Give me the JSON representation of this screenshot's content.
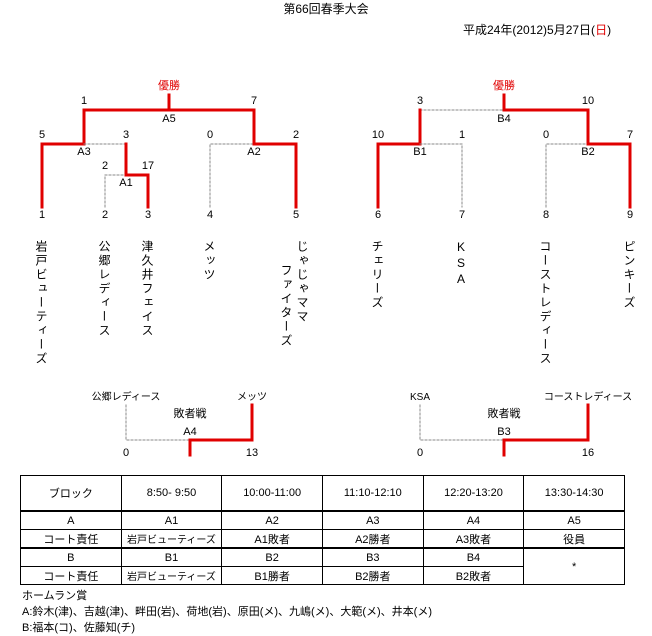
{
  "title": "第66回春季大会",
  "date_prefix": "平成24年(2012)5月27日(",
  "date_day": "日",
  "date_suffix": ")",
  "champion_label": "優勝",
  "consolation_label": "敗者戦",
  "bracket_left": {
    "final_code": "A5",
    "final_scores": [
      "1",
      "7"
    ],
    "semi_left": {
      "code": "A3",
      "scores": [
        "5",
        "3"
      ]
    },
    "semi_right": {
      "code": "A2",
      "scores": [
        "0",
        "2"
      ]
    },
    "first_round": {
      "code": "A1",
      "scores": [
        "2",
        "17"
      ]
    },
    "teams": [
      {
        "num": "1",
        "name": "岩戸ビューティーズ"
      },
      {
        "num": "2",
        "name": "公郷レディース"
      },
      {
        "num": "3",
        "name": "津久井フェイス"
      },
      {
        "num": "4",
        "name": "メッツ"
      },
      {
        "num": "5",
        "name": "じゃじゃママ",
        "name2": "ファイターズ"
      }
    ]
  },
  "bracket_right": {
    "final_code": "B4",
    "final_scores": [
      "3",
      "10"
    ],
    "semi_left": {
      "code": "B1",
      "scores": [
        "10",
        "1"
      ]
    },
    "semi_right": {
      "code": "B2",
      "scores": [
        "0",
        "7"
      ]
    },
    "teams": [
      {
        "num": "6",
        "name": "チェリーズ"
      },
      {
        "num": "7",
        "name": "KSA"
      },
      {
        "num": "8",
        "name": "コーストレディース"
      },
      {
        "num": "9",
        "name": "ピンキーズ"
      }
    ]
  },
  "consolation_left": {
    "code": "A4",
    "team_left": "公郷レディース",
    "team_right": "メッツ",
    "score_left": "0",
    "score_right": "13"
  },
  "consolation_right": {
    "code": "B3",
    "team_left": "KSA",
    "team_right": "コーストレディース",
    "score_left": "0",
    "score_right": "16"
  },
  "schedule": {
    "headers": [
      "ブロック",
      "8:50- 9:50",
      "10:00-11:00",
      "11:10-12:10",
      "12:20-13:20",
      "13:30-14:30"
    ],
    "row_a_top": [
      "A",
      "A1",
      "A2",
      "A3",
      "A4",
      "A5"
    ],
    "row_a_bottom": [
      "コート責任",
      "岩戸ビューティーズ",
      "A1敗者",
      "A2勝者",
      "A3敗者",
      "役員"
    ],
    "row_b_top": [
      "B",
      "B1",
      "B2",
      "B3",
      "B4",
      "*"
    ],
    "row_b_bottom": [
      "コート責任",
      "岩戸ビューティーズ",
      "B1勝者",
      "B2勝者",
      "B2敗者"
    ]
  },
  "homerun": {
    "title": "ホームラン賞",
    "line_a": "A:鈴木(津)、吉越(津)、畔田(岩)、荷地(岩)、原田(メ)、九嶋(メ)、大範(メ)、井本(メ)",
    "line_b": "B:福本(コ)、佐藤知(チ)"
  }
}
